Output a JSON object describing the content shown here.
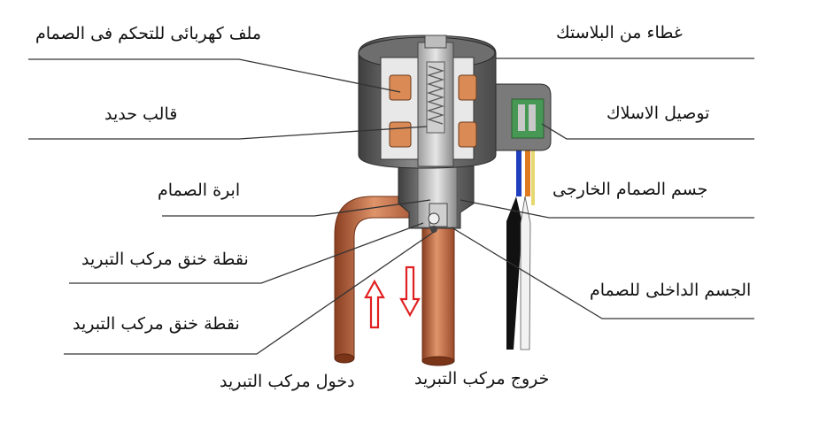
{
  "labels": {
    "coil": "ملف كهربائى للتحكم فى الصمام",
    "iron_core": "قالب حديد",
    "valve_needle": "ابرة الصمام",
    "throttle_point_1": "نقطة خنق مركب التبريد",
    "throttle_point_2": "نقطة خنق مركب التبريد",
    "refrigerant_inlet": "دخول مركب التبريد",
    "plastic_cover": "غطاء من البلاستك",
    "wiring": "توصيل الاسلاك",
    "outer_valve_body": "جسم الصمام الخارجى",
    "inner_valve_body": "الجسم الداخلى للصمام",
    "refrigerant_outlet": "خروج مركب التبريد"
  },
  "colors": {
    "leader_line": "#333333",
    "copper": "#c8704a",
    "coil_winding": "#d98a55",
    "housing": "#6b6b6b",
    "flow_arrow": "#e02020",
    "wire_blue": "#1f3fbf",
    "wire_orange": "#e07a20",
    "wire_black": "#111111",
    "connector_green": "#3f9e4f"
  },
  "arrows": [
    "up-arrow-icon",
    "down-arrow-icon"
  ]
}
